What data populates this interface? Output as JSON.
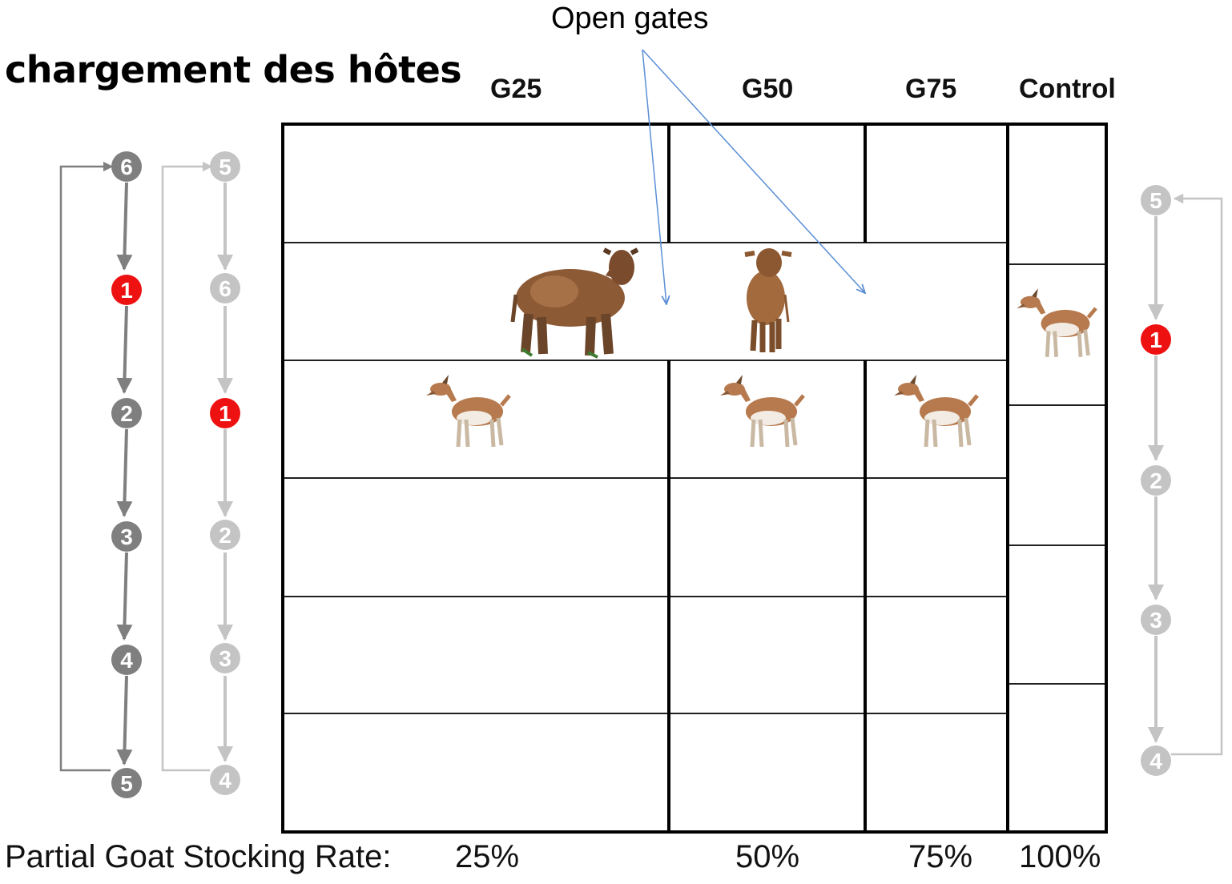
{
  "title": "chargement des hôtes",
  "annotation": "Open gates",
  "columns": [
    {
      "label": "G25",
      "rate": "25%"
    },
    {
      "label": "G50",
      "rate": "50%"
    },
    {
      "label": "G75",
      "rate": "75%"
    },
    {
      "label": "Control",
      "rate": "100%"
    }
  ],
  "stocking_label": "Partial Goat Stocking Rate:",
  "colors": {
    "highlight": "#ee1111",
    "dark_node": "#7f7f7f",
    "light_node": "#c4c4c4",
    "arrow_blue": "#5b8fd6"
  },
  "rotations": [
    {
      "name": "rotation-dark",
      "sequence": [
        "6",
        "1",
        "2",
        "3",
        "4",
        "5"
      ],
      "highlight": "1"
    },
    {
      "name": "rotation-light",
      "sequence": [
        "5",
        "6",
        "1",
        "2",
        "3",
        "4"
      ],
      "highlight": "1"
    },
    {
      "name": "rotation-control",
      "sequence": [
        "5",
        "1",
        "2",
        "3",
        "4"
      ],
      "highlight": "1"
    }
  ],
  "icons": [
    "cow-icon",
    "calf-icon",
    "goat-icon"
  ]
}
